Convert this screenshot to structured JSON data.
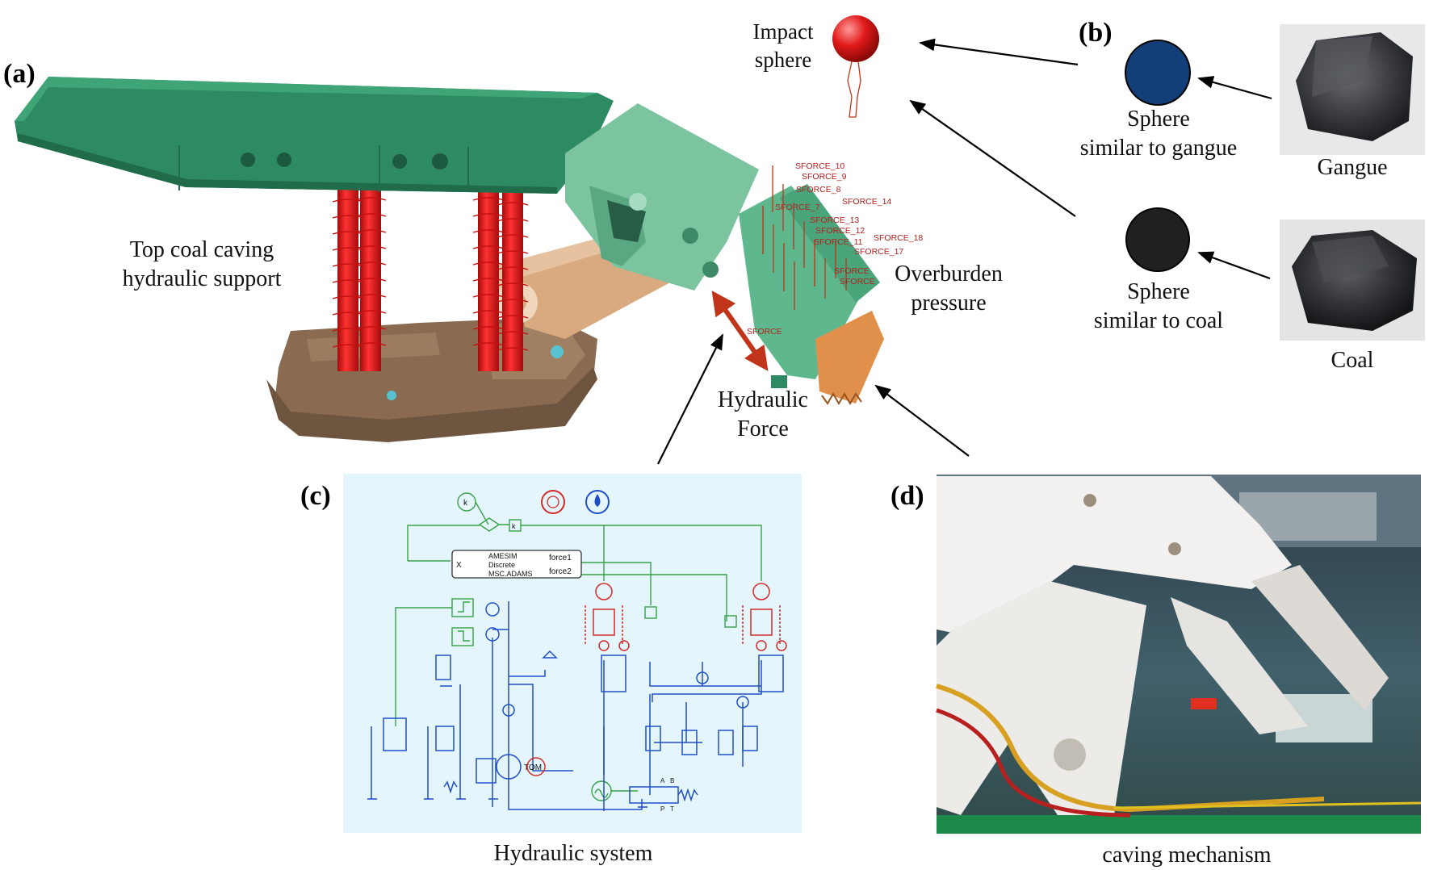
{
  "panels": {
    "a": "(a)",
    "b": "(b)",
    "c": "(c)",
    "d": "(d)"
  },
  "labels": {
    "impact_sphere_line1": "Impact",
    "impact_sphere_line2": "sphere",
    "support_line1": "Top coal caving",
    "support_line2": "hydraulic support",
    "overburden_line1": "Overburden",
    "overburden_line2": "pressure",
    "hydraulic_force_line1": "Hydraulic",
    "hydraulic_force_line2": "Force",
    "sphere_gangue_line1": "Sphere",
    "sphere_gangue_line2": "similar to gangue",
    "sphere_coal_line1": "Sphere",
    "sphere_coal_line2": "similar to coal",
    "gangue": "Gangue",
    "coal": "Coal",
    "hydraulic_system": "Hydraulic system",
    "caving_mechanism": "caving mechanism"
  },
  "sforce_labels": [
    "SFORCE_10",
    "SFORCE_9",
    "SFORCE_8",
    "SFORCE_14",
    "SFORCE_7",
    "SFORCE_13",
    "SFORCE_12",
    "SFORCE_11",
    "SFORCE_18",
    "SFORCE_17",
    "SFORCE",
    "SFORCE",
    "SFORCE"
  ],
  "circuit": {
    "cosim_block_lines": [
      "AMESIM",
      "Discrete",
      "MSC.ADAMS"
    ],
    "cosim_input": "X",
    "cosim_output_1": "force1",
    "cosim_output_2": "force2",
    "gain_symbol": "k",
    "motor_label": "TOM",
    "valve_ports": [
      "A",
      "B",
      "P",
      "T"
    ]
  },
  "colors": {
    "canopy_green": "#2e8a62",
    "shield_green": "#7cc4a0",
    "leg_red": "#e21b1b",
    "base_brown": "#8a6a50",
    "circuit_bg": "#e4f6fb",
    "circuit_blue": "#1f4fc8",
    "circuit_green": "#3aa04a",
    "circuit_red": "#d42a2a",
    "gangue_sphere": "#123f78",
    "coal_sphere": "#202020",
    "impact_sphere": "#e01818"
  }
}
